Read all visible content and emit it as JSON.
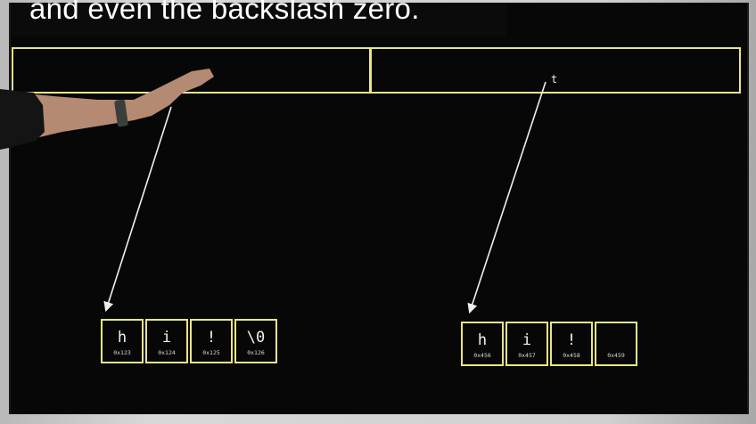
{
  "caption": "and even the backslash zero.",
  "pointer_label": "t",
  "array_s": [
    {
      "char": "h",
      "addr": "0x123"
    },
    {
      "char": "i",
      "addr": "0x124"
    },
    {
      "char": "!",
      "addr": "0x125"
    },
    {
      "char": "\\0",
      "addr": "0x126"
    }
  ],
  "array_t": [
    {
      "char": "h",
      "addr": "0x456"
    },
    {
      "char": "i",
      "addr": "0x457"
    },
    {
      "char": "!",
      "addr": "0x458"
    },
    {
      "char": "",
      "addr": "0x459"
    }
  ],
  "colors": {
    "outline": "#e9e589",
    "screen": "#070707",
    "text": "#f2f2f2"
  }
}
